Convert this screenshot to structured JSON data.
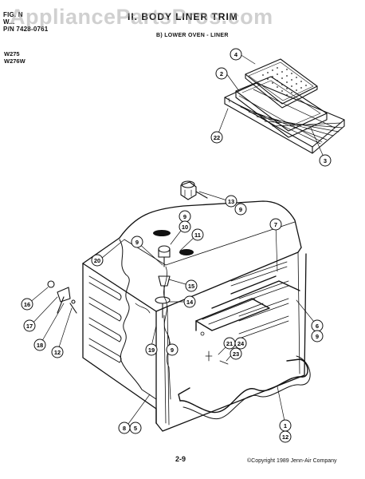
{
  "header": {
    "left_line1": "FIG. N",
    "left_line2": "W...",
    "left_line3": "P/N 7428-0761",
    "title": "II. BODY LINER TRIM",
    "subtitle": "B) LOWER OVEN - LINER"
  },
  "models": [
    "W275",
    "W276W"
  ],
  "watermark": "AppliancePartsPros.com",
  "callouts": [
    {
      "id": "c4",
      "label": "4"
    },
    {
      "id": "c2",
      "label": "2"
    },
    {
      "id": "c22",
      "label": "22"
    },
    {
      "id": "c3",
      "label": "3"
    },
    {
      "id": "c13",
      "label": "13"
    },
    {
      "id": "c9a",
      "label": "9"
    },
    {
      "id": "c9b",
      "label": "9"
    },
    {
      "id": "c10",
      "label": "10"
    },
    {
      "id": "c11",
      "label": "11"
    },
    {
      "id": "c9c",
      "label": "9"
    },
    {
      "id": "c7",
      "label": "7"
    },
    {
      "id": "c20",
      "label": "20"
    },
    {
      "id": "c15",
      "label": "15"
    },
    {
      "id": "c14",
      "label": "14"
    },
    {
      "id": "c16",
      "label": "16"
    },
    {
      "id": "c17",
      "label": "17"
    },
    {
      "id": "c18",
      "label": "18"
    },
    {
      "id": "c12a",
      "label": "12"
    },
    {
      "id": "c19",
      "label": "19"
    },
    {
      "id": "c9d",
      "label": "9"
    },
    {
      "id": "c21",
      "label": "21"
    },
    {
      "id": "c24",
      "label": "24"
    },
    {
      "id": "c23",
      "label": "23"
    },
    {
      "id": "c6",
      "label": "6"
    },
    {
      "id": "c9e",
      "label": "9"
    },
    {
      "id": "c8",
      "label": "8"
    },
    {
      "id": "c5",
      "label": "5"
    },
    {
      "id": "c1",
      "label": "1"
    },
    {
      "id": "c12b",
      "label": "12"
    }
  ],
  "footer": {
    "page": "2-9",
    "copyright": "©Copyright 1989 Jenn-Air Company"
  }
}
